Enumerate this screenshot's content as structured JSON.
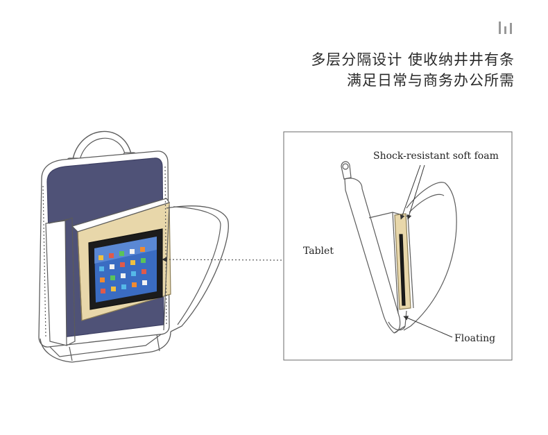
{
  "headline": {
    "line1": "多层分隔设计 使收纳井井有条",
    "line2": "满足日常与商务办公所需"
  },
  "labels": {
    "shock_foam": "Shock-resistant soft foam",
    "tablet": "Tablet",
    "floating": "Floating"
  },
  "icons": {
    "corner": "bars-icon"
  },
  "colors": {
    "panel": "#4f5277",
    "sleeve": "#e8d7aa",
    "line": "#5b5b5b",
    "screen": "#1c1c1c",
    "text": "#222222"
  }
}
